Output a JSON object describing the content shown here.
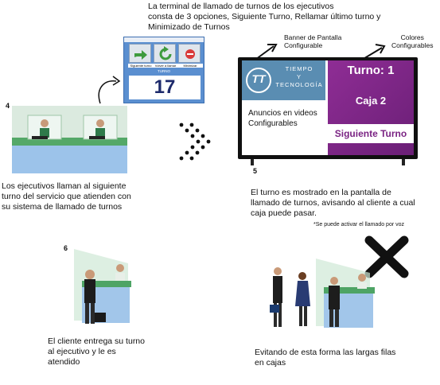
{
  "captions": {
    "terminal_intro": [
      "La terminal de llamado de turnos de los ejecutivos",
      "consta de 3 opciones, Siguiente Turno, Rellamar último turno y",
      "Minimizado de Turnos"
    ],
    "banner_label": [
      "Banner de Pantalla",
      "Configurable"
    ],
    "colors_label": [
      "Colores",
      "Configurables"
    ],
    "step4_text": [
      "Los ejecutivos llaman al siguiente",
      "turno del servicio que atienden con",
      "su sistema de llamado de turnos"
    ],
    "step5_text": [
      "El turno es mostrado en la pantalla de",
      "llamado de turnos, avisando al cliente a cual",
      "caja puede pasar."
    ],
    "voice_note": "*Se puede activar el llamado por voz",
    "step6_text": [
      "El cliente entrega su turno",
      "al ejecutivo y le es",
      "atendido"
    ],
    "final_text": [
      "Evitando de esta forma las largas filas",
      "en cajas"
    ]
  },
  "step_numbers": {
    "s4": "4",
    "s5": "5",
    "s6": "6"
  },
  "terminal": {
    "buttons": [
      "Siguiente turno",
      "Volver a llamar",
      "Minimizar"
    ],
    "title": "TURNO",
    "number": "17"
  },
  "tv": {
    "logo": "TT",
    "brand_line1": "TIEMPO",
    "brand_line2": "Y",
    "brand_line3": "TECNOLOGÍA",
    "ads_line1": "Anuncios en videos",
    "ads_line2": "Configurables",
    "turno": "Turno: 1",
    "caja": "Caja 2",
    "next": "Siguiente Turno"
  },
  "colors": {
    "terminal_blue": "#5b8fd0",
    "tv_purple": "#7a2383",
    "banner_blue": "#5a8db2"
  }
}
